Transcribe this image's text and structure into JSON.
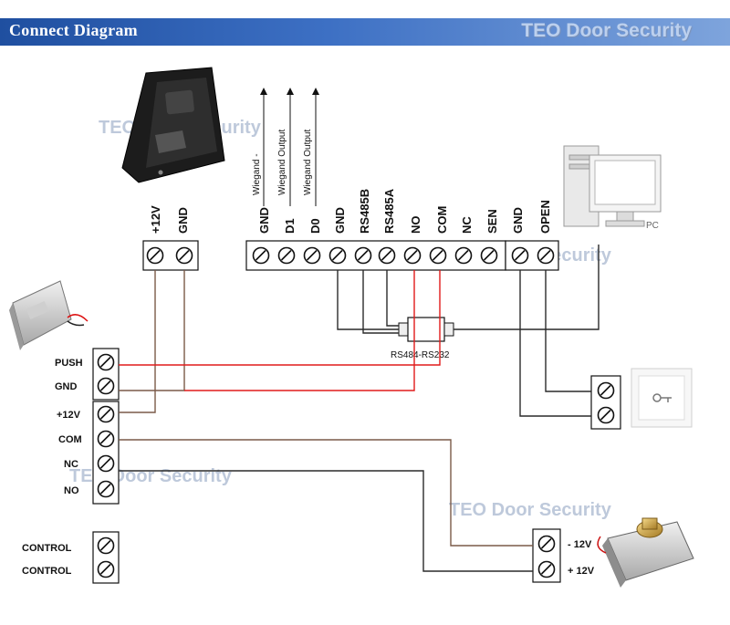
{
  "header": {
    "title": "Connect Diagram",
    "brand": "TEO Door Security"
  },
  "watermarks": [
    "TEO Door Security",
    "TEO Door Security",
    "TEO Door Security",
    "TEO Door Security"
  ],
  "reader": {
    "labels": [
      "+12V",
      "GND"
    ]
  },
  "outputs": [
    "Wiegand -",
    "Wiegand Output",
    "Wiegand Output"
  ],
  "controller": {
    "labels": [
      "GND",
      "D1",
      "D0",
      "GND",
      "RS485B",
      "RS485A",
      "NO",
      "COM",
      "NC",
      "SEN",
      "GND",
      "OPEN"
    ]
  },
  "converter": {
    "label": "RS484-RS232"
  },
  "pc": {
    "label": "PC"
  },
  "power": {
    "labels": [
      "PUSH",
      "GND",
      "+12V",
      "COM",
      "NC",
      "NO"
    ]
  },
  "control": {
    "labels": [
      "CONTROL",
      "CONTROL"
    ]
  },
  "lock": {
    "labels": [
      "- 12V",
      "+ 12V"
    ]
  },
  "colors": {
    "header": "#2a5db0",
    "red_wire": "#e01b1b",
    "brown_wire": "#7a5a48",
    "dark_wire": "#2a2a2a"
  }
}
